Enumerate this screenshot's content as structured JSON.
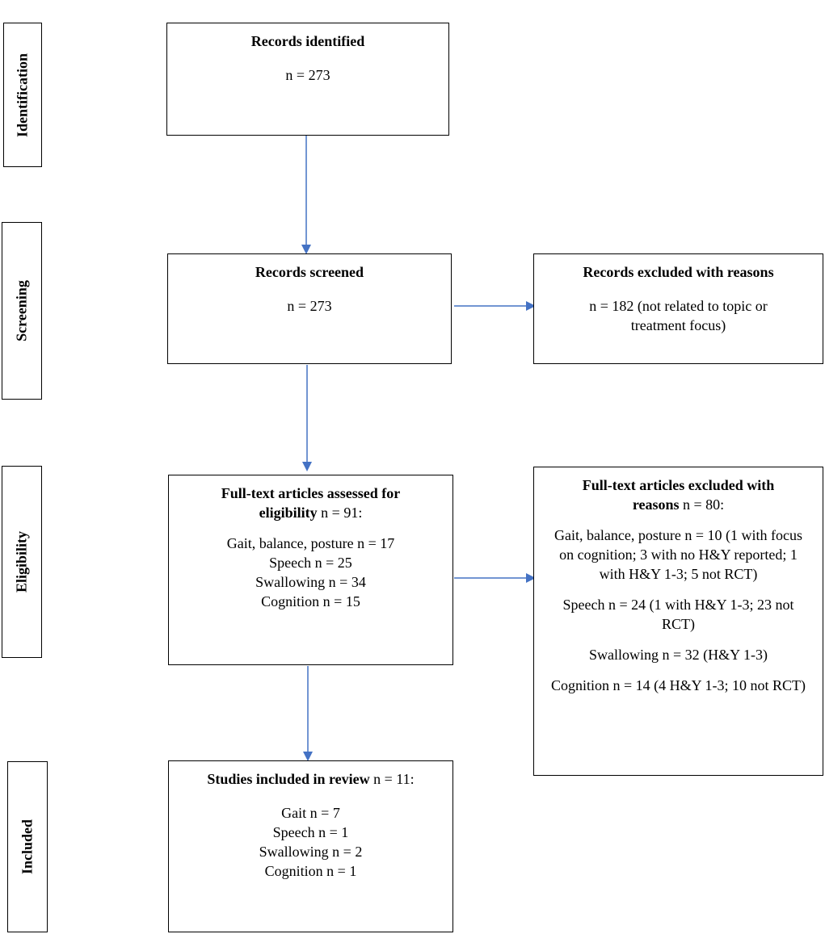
{
  "stages": {
    "identification": "Identification",
    "screening": "Screening",
    "eligibility": "Eligibility",
    "included": "Included"
  },
  "identified": {
    "title": "Records identified",
    "count": "n = 273"
  },
  "screened": {
    "title": "Records screened",
    "count": "n = 273"
  },
  "excluded_screening": {
    "title": "Records excluded with reasons",
    "text": "n = 182 (not related to topic or treatment focus)"
  },
  "fulltext": {
    "title_line1": "Full-text articles assessed for",
    "title_bold": "eligibility",
    "title_count": " n = 91:",
    "items": [
      "Gait, balance, posture n = 17",
      "Speech n = 25",
      "Swallowing n = 34",
      "Cognition n = 15"
    ]
  },
  "excluded_fulltext": {
    "title_line1": "Full-text articles excluded with",
    "title_bold": "reasons",
    "title_count": " n = 80:",
    "items": [
      "Gait, balance, posture n = 10 (1 with focus on cognition; 3 with no H&Y reported; 1 with H&Y 1-3; 5 not RCT)",
      "Speech n = 24 (1 with H&Y 1-3; 23 not RCT)",
      "Swallowing n = 32 (H&Y 1-3)",
      "Cognition n = 14 (4 H&Y 1-3; 10 not RCT)"
    ]
  },
  "included": {
    "title_bold": "Studies included in review",
    "title_count": " n = 11:",
    "items": [
      "Gait n = 7",
      "Speech n = 1",
      "Swallowing n = 2",
      "Cognition n = 1"
    ]
  },
  "colors": {
    "arrow": "#4472C4",
    "border": "#000000"
  }
}
